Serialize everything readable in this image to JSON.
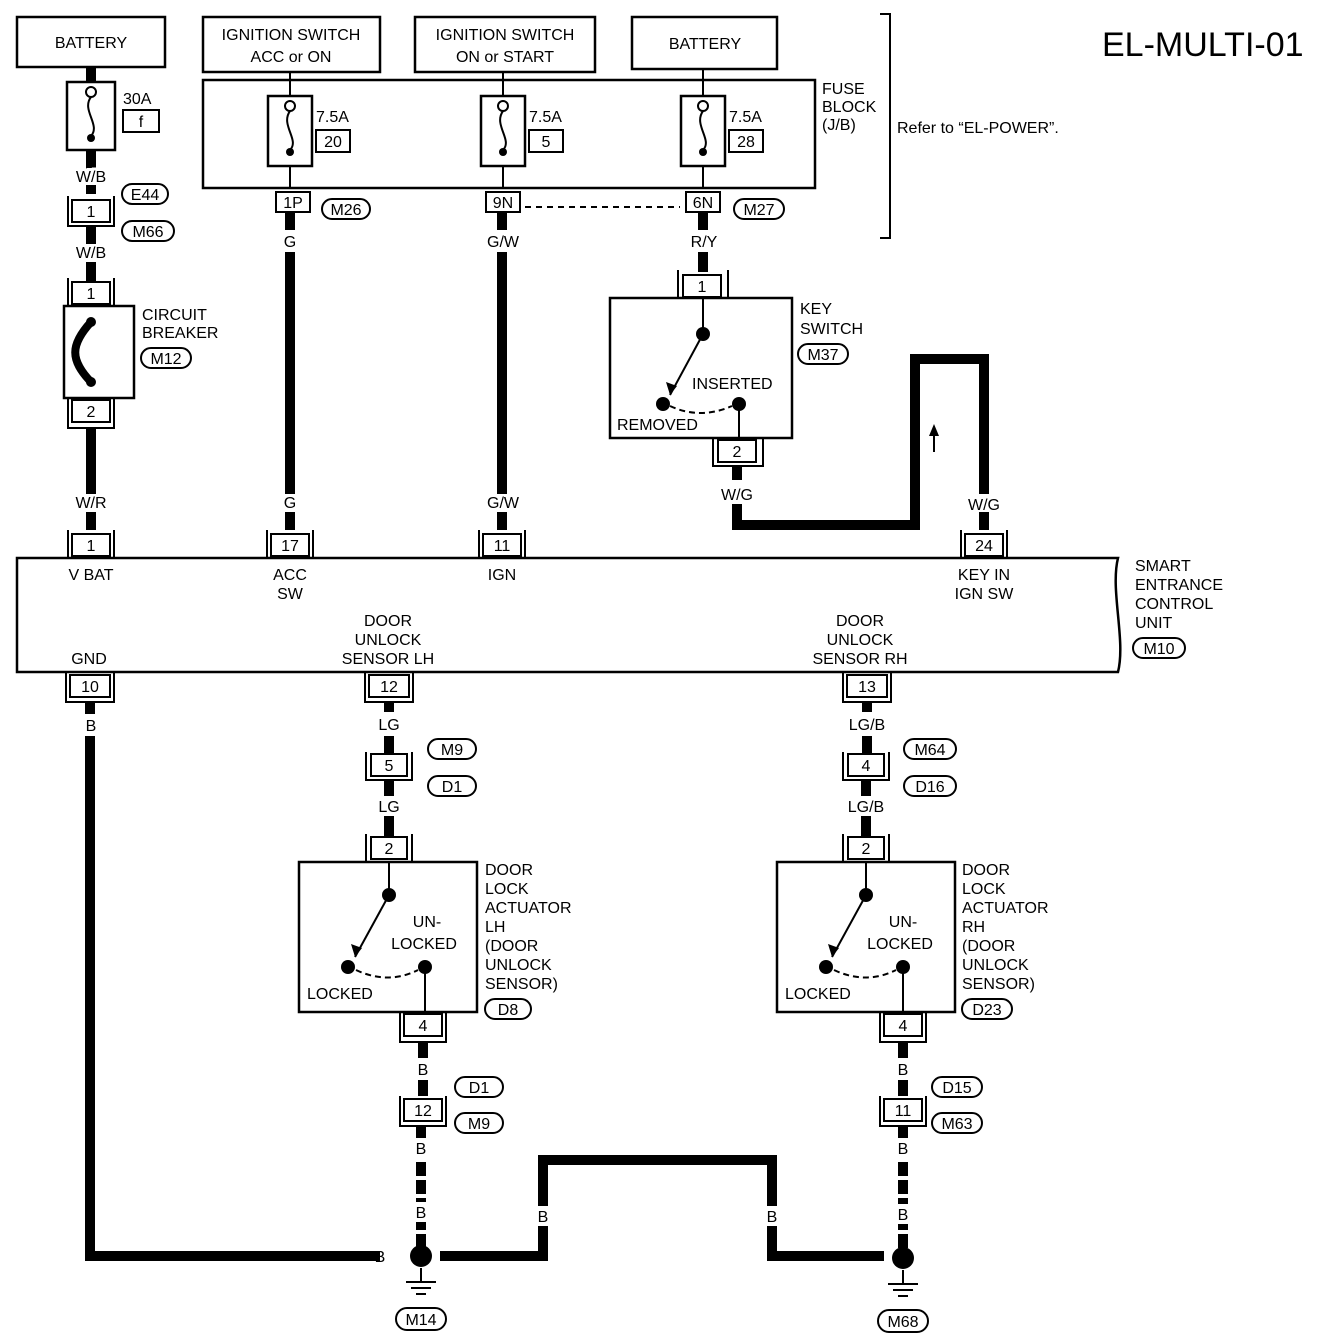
{
  "title": "EL-MULTI-01",
  "sources": {
    "battery_left": "BATTERY",
    "ign_acc_1": "IGNITION SWITCH",
    "ign_acc_2": "ACC or ON",
    "ign_on_1": "IGNITION SWITCH",
    "ign_on_2": "ON or START",
    "battery_right": "BATTERY"
  },
  "fuse_block": {
    "label_1": "FUSE",
    "label_2": "BLOCK",
    "label_3": "(J/B)",
    "refer": "Refer to “EL-POWER”.",
    "fuses": [
      {
        "amps": "7.5A",
        "num": "20",
        "pin": "1P"
      },
      {
        "amps": "7.5A",
        "num": "5",
        "pin": "9N"
      },
      {
        "amps": "7.5A",
        "num": "28",
        "pin": "6N"
      }
    ],
    "conn_left": "M26",
    "conn_right": "M27"
  },
  "fuse_left": {
    "amps": "30A",
    "id": "f"
  },
  "connectors": {
    "e44": "E44",
    "m66": "M66",
    "m12": "M12",
    "m37": "M37",
    "m10": "M10",
    "m9": "M9",
    "d1": "D1",
    "m64": "M64",
    "d16": "D16",
    "d8": "D8",
    "d23": "D23",
    "d1b": "D1",
    "m9b": "M9",
    "d15": "D15",
    "m63": "M63",
    "m14": "M14",
    "m68": "M68"
  },
  "pins": {
    "p1_e44": "1",
    "cb_1": "1",
    "cb_2": "2",
    "ks_1": "1",
    "ks_2": "2",
    "u_1": "1",
    "u_17": "17",
    "u_11": "11",
    "u_24": "24",
    "u_10": "10",
    "u_12": "12",
    "u_13": "13",
    "j_5": "5",
    "j_4": "4",
    "alh_2": "2",
    "alh_4": "4",
    "arh_2": "2",
    "arh_4": "4",
    "j_12": "12",
    "j_11": "11"
  },
  "wires": {
    "wb1": "W/B",
    "wb2": "W/B",
    "wr": "W/R",
    "g1": "G",
    "g2": "G",
    "gw1": "G/W",
    "gw2": "G/W",
    "ry": "R/Y",
    "wg1": "W/G",
    "wg2": "W/G",
    "b_gnd": "B",
    "lg1": "LG",
    "lg2": "LG",
    "lgb1": "LG/B",
    "lgb2": "LG/B",
    "b_l1": "B",
    "b_l2": "B",
    "b_l3": "B",
    "b_r1": "B",
    "b_r2": "B",
    "b_r3": "B",
    "b_m1": "B",
    "b_m2": "B",
    "b_m3": "B"
  },
  "circuit_breaker": {
    "line1": "CIRCUIT",
    "line2": "BREAKER"
  },
  "key_switch": {
    "line1": "KEY",
    "line2": "SWITCH",
    "inserted": "INSERTED",
    "removed": "REMOVED"
  },
  "unit": {
    "name_1": "SMART",
    "name_2": "ENTRANCE",
    "name_3": "CONTROL",
    "name_4": "UNIT",
    "vbat": "V BAT",
    "acc_1": "ACC",
    "acc_2": "SW",
    "ign": "IGN",
    "keyin_1": "KEY IN",
    "keyin_2": "IGN SW",
    "gnd": "GND",
    "dlh_1": "DOOR",
    "dlh_2": "UNLOCK",
    "dlh_3": "SENSOR LH",
    "drh_1": "DOOR",
    "drh_2": "UNLOCK",
    "drh_3": "SENSOR RH"
  },
  "actuator_lh": {
    "l1": "DOOR",
    "l2": "LOCK",
    "l3": "ACTUATOR",
    "l4": "LH",
    "l5": "(DOOR",
    "l6": "UNLOCK",
    "l7": "SENSOR)",
    "un": "UN-",
    "unlocked": "LOCKED",
    "locked": "LOCKED"
  },
  "actuator_rh": {
    "l1": "DOOR",
    "l2": "LOCK",
    "l3": "ACTUATOR",
    "l4": "RH",
    "l5": "(DOOR",
    "l6": "UNLOCK",
    "l7": "SENSOR)",
    "un": "UN-",
    "unlocked": "LOCKED",
    "locked": "LOCKED"
  }
}
